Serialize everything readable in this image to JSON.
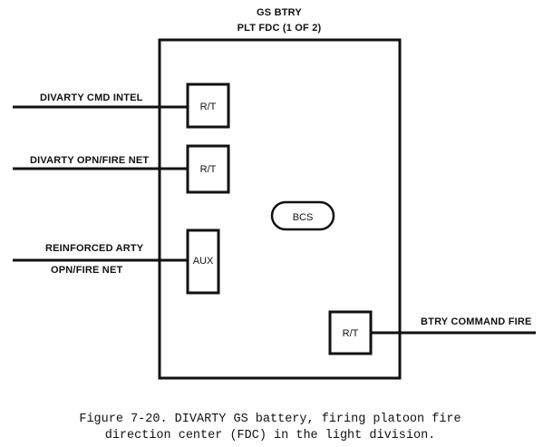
{
  "header": {
    "line1": "GS BTRY",
    "line2": "PLT FDC (1 OF 2)"
  },
  "center_label": "BCS",
  "nodes": {
    "rt_top": "R/T",
    "rt_mid": "R/T",
    "aux": "AUX",
    "rt_right": "R/T"
  },
  "nets": {
    "cmd_intel": "DIVARTY CMD INTEL",
    "opn_fire": "DIVARTY OPN/FIRE NET",
    "reinforced_line1": "REINFORCED ARTY",
    "reinforced_line2": "OPN/FIRE NET",
    "btry_command": "BTRY COMMAND FIRE"
  },
  "caption": {
    "line1": "Figure 7-20. DIVARTY GS battery, firing platoon fire",
    "line2": "direction center (FDC) in the light division."
  }
}
